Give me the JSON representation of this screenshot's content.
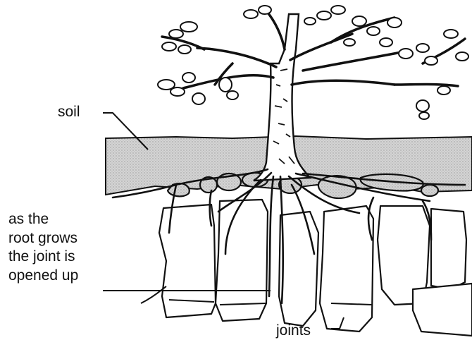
{
  "labels": {
    "soil": "soil",
    "root_caption": [
      "as the",
      "root grows",
      "the joint is",
      "opened up"
    ],
    "joints": "joints"
  },
  "colors": {
    "ink": "#111111",
    "soil_fill": "#cfcfcf",
    "background": "#ffffff"
  }
}
